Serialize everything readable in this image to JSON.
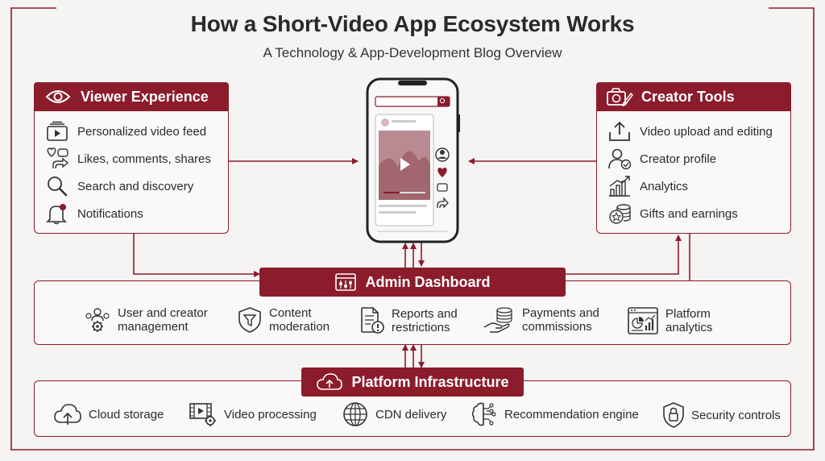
{
  "header": {
    "title": "How a Short-Video App Ecosystem Works",
    "subtitle": "A Technology & App-Development Blog Overview"
  },
  "viewer": {
    "title": "Viewer Experience",
    "items": [
      {
        "label": "Personalized video feed",
        "icon": "video-feed-icon"
      },
      {
        "label": "Likes, comments, shares",
        "icon": "reactions-icon"
      },
      {
        "label": "Search and discovery",
        "icon": "search-icon"
      },
      {
        "label": "Notifications",
        "icon": "bell-icon"
      }
    ]
  },
  "creator": {
    "title": "Creator Tools",
    "items": [
      {
        "label": "Video upload and editing",
        "icon": "upload-icon"
      },
      {
        "label": "Creator profile",
        "icon": "user-check-icon"
      },
      {
        "label": "Analytics",
        "icon": "bar-chart-icon"
      },
      {
        "label": "Gifts and earnings",
        "icon": "coins-icon"
      }
    ]
  },
  "admin": {
    "title": "Admin Dashboard",
    "items": [
      {
        "line1": "User and creator",
        "line2": "management",
        "icon": "users-gear-icon"
      },
      {
        "line1": "Content",
        "line2": "moderation",
        "icon": "shield-filter-icon"
      },
      {
        "line1": "Reports and",
        "line2": "restrictions",
        "icon": "report-icon"
      },
      {
        "line1": "Payments and",
        "line2": "commissions",
        "icon": "payments-icon"
      },
      {
        "line1": "Platform",
        "line2": "analytics",
        "icon": "dashboard-icon"
      }
    ]
  },
  "infra": {
    "title": "Platform Infrastructure",
    "items": [
      {
        "label": "Cloud storage",
        "icon": "cloud-icon"
      },
      {
        "label": "Video processing",
        "icon": "film-gear-icon"
      },
      {
        "label": "CDN delivery",
        "icon": "globe-icon"
      },
      {
        "label": "Recommendation engine",
        "icon": "brain-icon"
      },
      {
        "label": "Security controls",
        "icon": "lock-shield-icon"
      }
    ]
  },
  "colors": {
    "accent": "#8b1c2c",
    "background": "#f6f3f3",
    "text": "#2a2a2a"
  }
}
